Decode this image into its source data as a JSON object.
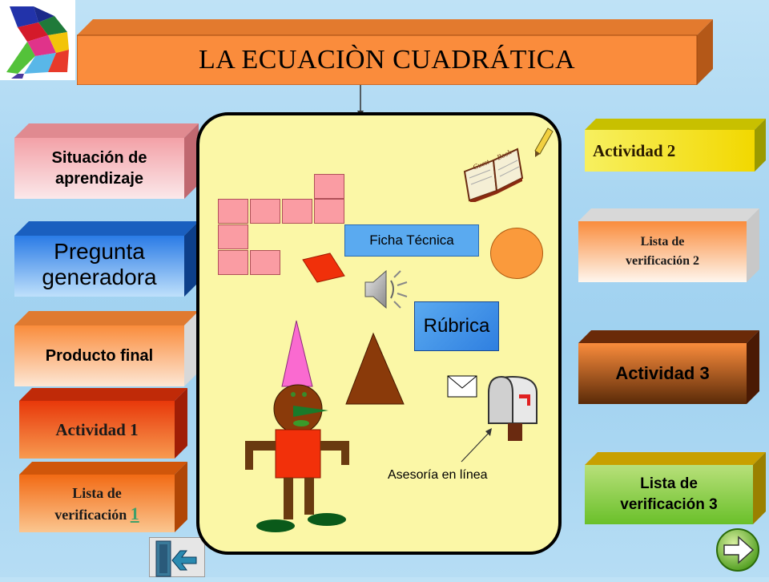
{
  "title": "LA ECUACIÒN CUADRÁTICA",
  "left_menu": [
    {
      "id": "situacion",
      "label": "Situación de aprendizaje",
      "line1": "Situación de",
      "line2": "aprendizaje"
    },
    {
      "id": "pregunta",
      "label": "Pregunta generadora",
      "line1": "Pregunta",
      "line2": "generadora"
    },
    {
      "id": "producto",
      "label": "Producto final"
    },
    {
      "id": "actividad1",
      "label": "Actividad 1"
    },
    {
      "id": "lista1",
      "line1": "Lista de",
      "line2": "verificación",
      "link": "1"
    }
  ],
  "right_menu": [
    {
      "id": "actividad2",
      "label": "Actividad 2"
    },
    {
      "id": "lista2",
      "line1": "Lista de",
      "line2": "verificación 2"
    },
    {
      "id": "actividad3",
      "label": "Actividad 3"
    },
    {
      "id": "lista3",
      "line1": "Lista de",
      "line2": "verificación 3"
    }
  ],
  "center": {
    "ficha_tecnica": "Ficha Técnica",
    "rubrica": "Rúbrica",
    "asesoria": "Asesoría en línea",
    "book_left": "Guest",
    "book_right": "Book"
  },
  "colors": {
    "title_front": "#fa8c3c",
    "panel_bg": "#fbf7a6",
    "ficha_bg": "#5aaaf0",
    "rubrica_bg": "#2f7fe0"
  },
  "icons": [
    "tangram-logo",
    "speaker-icon",
    "book-icon",
    "pencil-icon",
    "envelope-icon",
    "mailbox-icon",
    "exit-door-icon",
    "next-arrow-icon"
  ]
}
